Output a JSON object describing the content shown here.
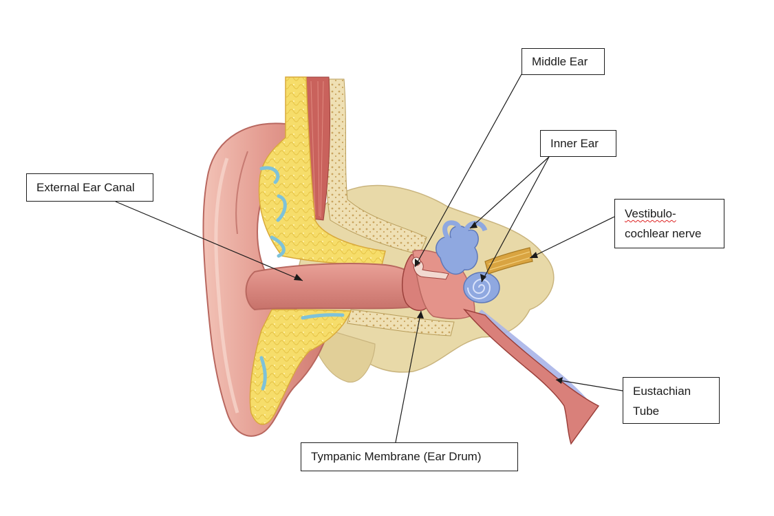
{
  "labels": {
    "middle_ear": "Middle Ear",
    "inner_ear": "Inner Ear",
    "external_ear_canal": "External Ear Canal",
    "vestibulocochlear_line1": "Vestibulo-",
    "vestibulocochlear_line2": "cochlear nerve",
    "eustachian_line1": "Eustachian",
    "eustachian_line2": "Tube",
    "tympanic_membrane": "Tympanic Membrane (Ear Drum)"
  },
  "colors": {
    "skin": "#e9a79c",
    "skin_dark": "#c86f66",
    "bone": "#e8d9a8",
    "spongy_bone": "#f6dd6a",
    "canal": "#d9867d",
    "inner_ear": "#8fa8e0",
    "nerve": "#d9a441",
    "muscle": "#c9625c",
    "outline": "#1a1a1a"
  }
}
